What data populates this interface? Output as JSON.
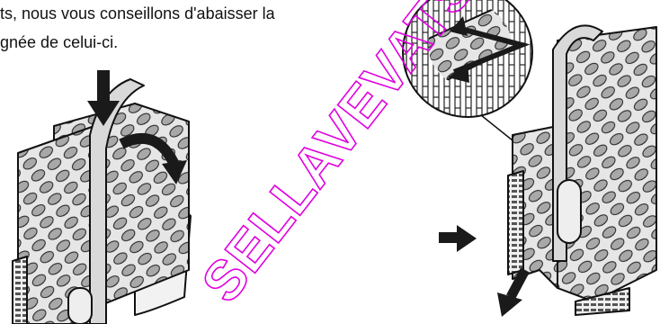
{
  "instruction_text": {
    "line_1": "ts, nous vous conseillons d'abaisser la",
    "line_2": "gnée de celui-ci."
  },
  "watermark": {
    "text": "SELLAVEVATSSE",
    "color": "#e000e0"
  },
  "colors": {
    "ink": "#111111",
    "basket_fill": "#e6e6e6",
    "hole_fill": "#a8a8a8",
    "arrow_fill": "#1a1a1a"
  },
  "icons": {
    "left_basket": "cutlery-basket-icon",
    "right_basket": "cutlery-basket-icon",
    "zoom_detail": "magnifier-detail-icon",
    "arrows": "arrow-icon"
  }
}
